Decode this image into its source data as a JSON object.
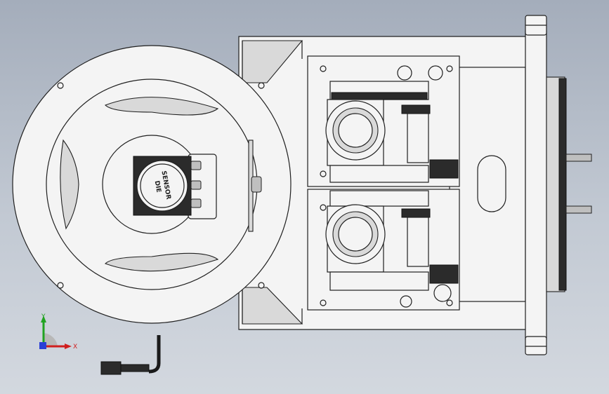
{
  "model": {
    "die_label_line1": "SENSOR",
    "die_label_line2": "DIE"
  },
  "triad": {
    "y_label": "Y",
    "x_label": "X",
    "colors": {
      "x": "#d01f1f",
      "y": "#21a321",
      "z": "#2a3fd6"
    }
  },
  "colors": {
    "background_top": "#a4adbb",
    "background_bottom": "#d3d8df",
    "part_fill": "#f4f4f4",
    "edge": "#202020"
  }
}
